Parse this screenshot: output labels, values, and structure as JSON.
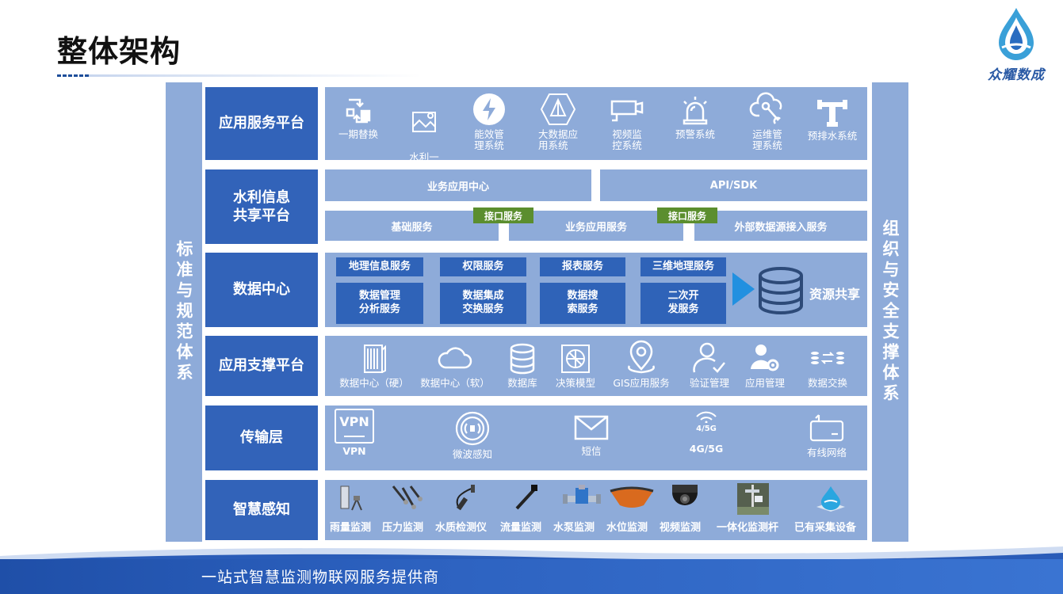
{
  "header": {
    "title": "整体架构",
    "brand_name": "众耀数成"
  },
  "side": {
    "left_label": "标准与规范体系",
    "right_label": "组织与安全支撑体系"
  },
  "layers": {
    "app_platform": {
      "label": "应用服务平台",
      "items": [
        "一期替换",
        "水利一\n张图",
        "能效管\n理系统",
        "大数据应\n用系统",
        "视频监\n控系统",
        "预警系统",
        "运维管\n理系统",
        "预排水系统"
      ]
    },
    "share_platform": {
      "label": "水利信息\n共享平台",
      "top_bars": [
        "业务应用中心",
        "API/SDK"
      ],
      "bottom_bars": [
        "基础服务",
        "业务应用服务",
        "外部数据源接入服务"
      ],
      "tags": [
        "接口服务",
        "接口服务"
      ]
    },
    "data_center": {
      "label": "数据中心",
      "top_row": [
        "地理信息服务",
        "权限服务",
        "报表服务",
        "三维地理服务"
      ],
      "bottom_row": [
        "数据管理\n分析服务",
        "数据集成\n交换服务",
        "数据搜\n索服务",
        "二次开\n发服务"
      ],
      "resource_label": "资源共享"
    },
    "support_platform": {
      "label": "应用支撑平台",
      "items": [
        "数据中心（硬）",
        "数据中心（软）",
        "数据库",
        "决策模型",
        "GIS应用服务",
        "验证管理",
        "应用管理",
        "数据交换"
      ]
    },
    "transport": {
      "label": "传输层",
      "items": [
        "VPN",
        "微波感知",
        "短信",
        "4G/5G",
        "有线网络"
      ],
      "vpn_icon_text": "VPN",
      "g_icon_text": "4/5G"
    },
    "sensing": {
      "label": "智慧感知",
      "items": [
        "雨量监测",
        "压力监测",
        "水质检测仪",
        "流量监测",
        "水泵监测",
        "水位监测",
        "视频监测",
        "一体化监测杆",
        "已有采集设备"
      ]
    }
  },
  "footer": {
    "slogan": "一站式智慧监测物联网服务提供商"
  },
  "colors": {
    "label_blue": "#3263b9",
    "panel_blue": "#8eabd9",
    "green_tag": "#5b8e2e"
  }
}
